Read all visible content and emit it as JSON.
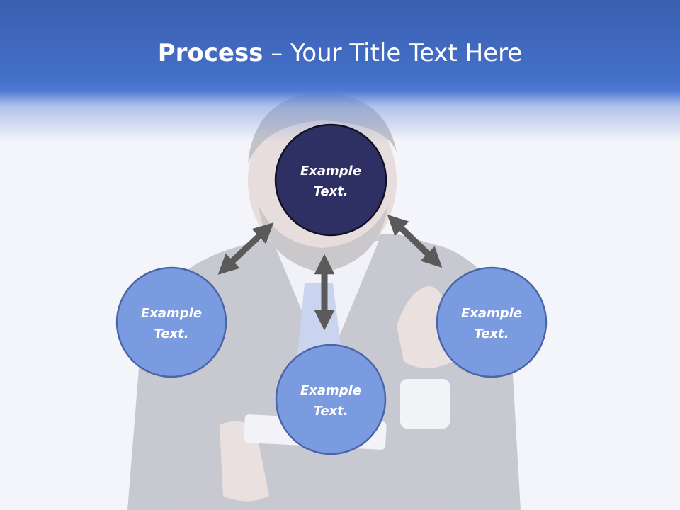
{
  "slide": {
    "title_bold": "Process",
    "title_rest": " – Your Title Text Here"
  },
  "nodes": [
    {
      "id": "top",
      "line1": "Example",
      "line2": "Text.",
      "fill": "#2e2f63",
      "stroke": "#111122"
    },
    {
      "id": "left",
      "line1": "Example",
      "line2": "Text.",
      "fill": "#7b9be0",
      "stroke": "#4a66a8"
    },
    {
      "id": "bottom",
      "line1": "Example",
      "line2": "Text.",
      "fill": "#7b9be0",
      "stroke": "#4a66a8"
    },
    {
      "id": "right",
      "line1": "Example",
      "line2": "Text.",
      "fill": "#7b9be0",
      "stroke": "#4a66a8"
    }
  ],
  "connectors": [
    {
      "from": "top",
      "to": "left",
      "style": "double-arrow"
    },
    {
      "from": "top",
      "to": "bottom",
      "style": "double-arrow"
    },
    {
      "from": "top",
      "to": "right",
      "style": "double-arrow"
    }
  ],
  "colors": {
    "header": "#4470c8",
    "background": "#f4f5fa",
    "arrow": "#5a5a5a"
  },
  "background_image": "businessman-with-tablet-photo"
}
